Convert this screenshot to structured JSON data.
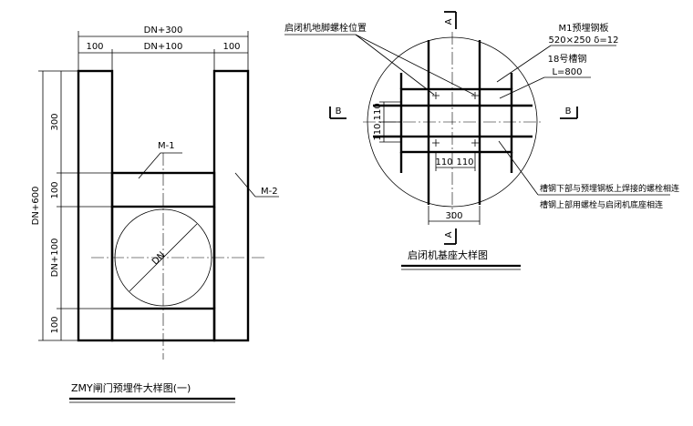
{
  "left_drawing": {
    "dims_top": {
      "overall": "DN+300",
      "left": "100",
      "middle": "DN+100",
      "right": "100"
    },
    "dims_left": {
      "outer": "DN+600",
      "top": "300",
      "upper_mid": "100",
      "center": "DN+100",
      "bottom": "100"
    },
    "labels": {
      "m1": "M-1",
      "m2": "M-2",
      "dn": "DN"
    },
    "title": "ZMY闸门预埋件大样图(一)"
  },
  "right_drawing": {
    "section_a": "A",
    "section_b": "B",
    "bolt_position_label": "启闭机地脚螺栓位置",
    "m1_label": "M1预埋钢板",
    "m1_spec": "520×250 δ=12",
    "channel_label": "18号槽钢",
    "channel_spec": "L=800",
    "dim_vertical": "110,110",
    "dim_horizontal_1": "110",
    "dim_horizontal_2": "110",
    "dim_300": "300",
    "note_line1": "槽钢下部与预埋钢板上焊接的螺栓相连",
    "note_line2": "槽钢上部用螺栓与启闭机底座相连",
    "title": "启闭机基座大样图"
  }
}
